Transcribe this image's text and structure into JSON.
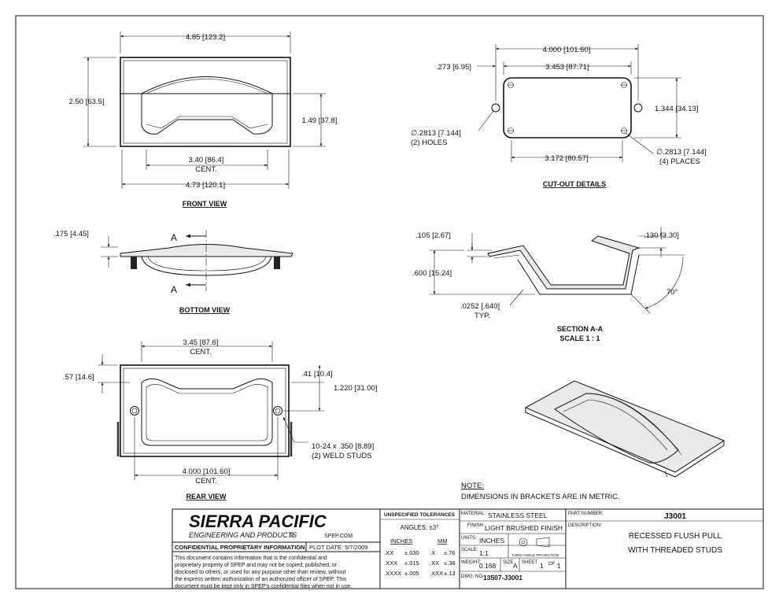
{
  "views": {
    "front": {
      "label": "FRONT VIEW",
      "dim_width_top": "4.85 [123.2]",
      "dim_height_left": "2.50 [63.5]",
      "dim_height_right": "1.49 [37.8]",
      "dim_cent": "3.40 [86.4]",
      "dim_cent_suffix": "CENT.",
      "dim_width_bottom": "4.73 [120.1]"
    },
    "cutout": {
      "label": "CUT-OUT DETAILS",
      "dim_overall": "4.000 [101.60]",
      "dim_inner_top": "3.453 [87.71]",
      "dim_offset": ".273 [6.95]",
      "dim_height": "1.344 [34.13]",
      "dim_holes": "∅.2813 [7.144]",
      "dim_holes_note": "(2) HOLES",
      "dim_inner_bottom": "3.172 [80.57]",
      "dim_corners": "∅.2813 [7.144]",
      "dim_corners_note": "(4) PLACES"
    },
    "bottom": {
      "label": "BOTTOM VIEW",
      "dim_lip": ".175 [4.45]",
      "section_mark_top": "A",
      "section_mark_bottom": "A"
    },
    "section": {
      "label_line1": "SECTION A-A",
      "label_line2": "SCALE 1 : 1",
      "dim_top_left": ".105 [2.67]",
      "dim_top_right": ".130 [3.30]",
      "dim_depth": ".600 [15.24]",
      "dim_thickness": ".0252 [.640]",
      "dim_thickness_note": "TYP.",
      "dim_angle": "70°"
    },
    "rear": {
      "label": "REAR VIEW",
      "dim_top": "3.45 [87.6]",
      "dim_top_suffix": "CENT.",
      "dim_left": ".57 [14.6]",
      "dim_right_small": ".41 [10.4]",
      "dim_right": "1.220 [31.00]",
      "dim_studs": "10-24 x .350 [8.89]",
      "dim_studs_note": "(2) WELD STUDS",
      "dim_bottom": "4.000 [101.60]",
      "dim_bottom_suffix": "CENT."
    }
  },
  "note": {
    "heading": "NOTE:",
    "text": "DIMENSIONS IN BRACKETS ARE IN METRIC."
  },
  "title_block": {
    "company_name": "SIERRA PACIFIC",
    "company_sub": "ENGINEERING AND PRODUCTS",
    "company_mark": "®",
    "website": "SPEP.COM",
    "confidential_heading": "CONFIDENTIAL PROPRIETARY INFORMATION",
    "plot_date": "PLOT DATE:  5/7/2009",
    "confidential_text": [
      "This document contains information that is the confidential and",
      "proprietary property of SPEP and may not be copied, published, or",
      "disclosed to others, or used for any purpose  other than review, without",
      "the express written authorization of an authorized officer of SPEP. This",
      "document must be kept only in SPEP's confidential files when not in use."
    ],
    "tolerances_heading": "UNSPECIFIED TOLERANCES",
    "angles": "ANGLES:  ±3°",
    "inches_heading": "INCHES",
    "mm_heading": "MM",
    "tolerance_rows": [
      {
        "in_fmt": ".XX",
        "in_val": "±.030",
        "mm_fmt": ".X",
        "mm_val": "±.76"
      },
      {
        "in_fmt": ".XXX",
        "in_val": "±.015",
        "mm_fmt": ".XX",
        "mm_val": "±.38"
      },
      {
        "in_fmt": ".XXXX",
        "in_val": "±.005",
        "mm_fmt": ".XXX",
        "mm_val": "±.13"
      }
    ],
    "material_label": "MATERIAL:",
    "material": "STAINLESS STEEL",
    "finish_label": "FINISH:",
    "finish": "LIGHT BRUSHED FINISH",
    "units_label": "UNITS:",
    "units": "INCHES",
    "projection_label": "THIRD ANGLE PROJECTION",
    "scale_label": "SCALE:",
    "scale": "1:1",
    "weight_label": "WEIGHT:",
    "weight": "0.168",
    "size_label": "SIZE",
    "size": "A",
    "sheet_label": "SHEET",
    "sheet": "1",
    "of_label": "OF",
    "sheet_total": "1",
    "dwg_label": "DWG. NO.",
    "dwg_no": "13507-J3001",
    "part_number_label": "PART NUMBER:",
    "part_number": "J3001",
    "description_label": "DESCRIPTION:",
    "description_line1": "RECESSED FLUSH PULL",
    "description_line2": "WITH THREADED STUDS"
  }
}
